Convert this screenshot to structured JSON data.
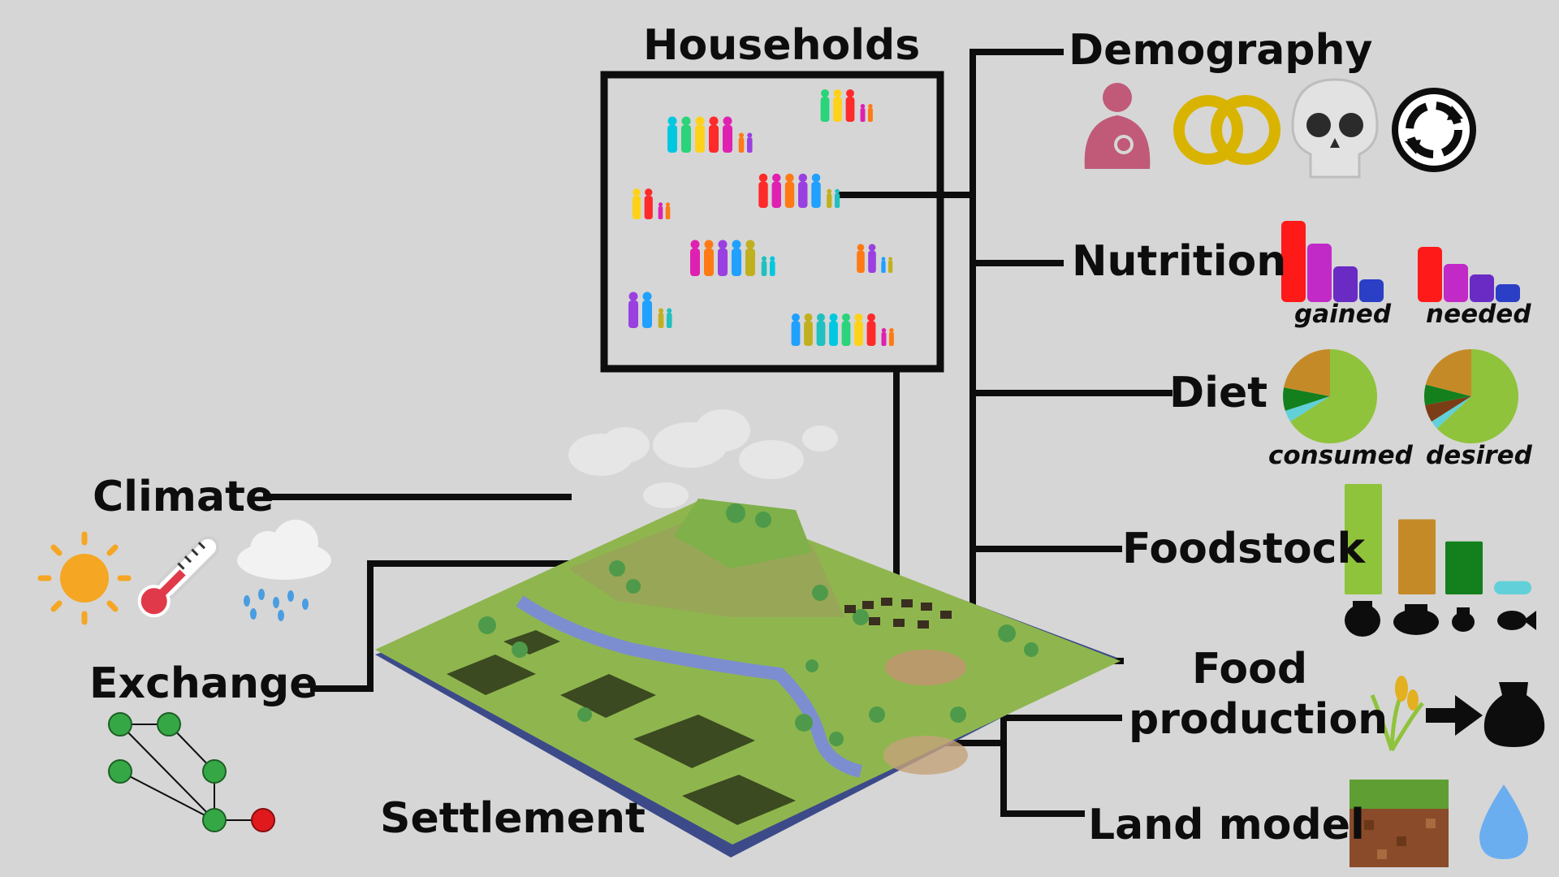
{
  "labels": {
    "households": "Households",
    "demography": "Demography",
    "nutrition": "Nutrition",
    "diet": "Diet",
    "foodstock": "Foodstock",
    "food_production_line1": "Food",
    "food_production_line2": "production",
    "land_model": "Land model",
    "climate": "Climate",
    "exchange": "Exchange",
    "settlement": "Settlement"
  },
  "captions": {
    "gained": "gained",
    "needed": "needed",
    "consumed": "consumed",
    "desired": "desired"
  },
  "icons": {
    "demography": [
      "breastfeeding-mother-icon",
      "wedding-rings-icon",
      "skull-icon",
      "recycle-arrows-icon"
    ],
    "climate": [
      "sun-icon",
      "thermometer-icon",
      "rain-cloud-icon"
    ],
    "food_production": [
      "grain-plant-icon",
      "arrow-right-icon",
      "storage-pot-icon"
    ],
    "land_model": [
      "soil-block-icon",
      "water-drop-icon"
    ],
    "foodstock": [
      "pot-icon",
      "pot-icon",
      "pot-icon",
      "fish-icon"
    ]
  },
  "colors": {
    "background": "#d6d6d6",
    "line": "#0d0d0d",
    "grass": "#8fbc3a",
    "soil": "#8a4b2a",
    "water": "#6aaef0",
    "node_green": "#35a845",
    "node_red": "#e0191c"
  },
  "mini_bars": {
    "gained": [
      1.0,
      0.72,
      0.44,
      0.28
    ],
    "needed": [
      0.68,
      0.47,
      0.34,
      0.22
    ],
    "bar_colors": [
      "#ff1a1a",
      "#c12ac7",
      "#6a2bc4",
      "#2a3ec6"
    ]
  },
  "diet_pies": {
    "consumed": [
      0.66,
      0.04,
      0.08,
      0.22
    ],
    "desired": [
      0.63,
      0.03,
      0.06,
      0.07,
      0.21
    ],
    "consumed_colors": [
      "#8fc33b",
      "#62d0d8",
      "#13801d",
      "#c58a28"
    ],
    "desired_colors": [
      "#8fc33b",
      "#62d0d8",
      "#7b3d16",
      "#13801d",
      "#c58a28"
    ]
  },
  "foodstock_levels": [
    1.0,
    0.68,
    0.48,
    0.12
  ],
  "foodstock_colors": [
    "#8fc33b",
    "#c58a28",
    "#13801d",
    "#62d0d8"
  ]
}
